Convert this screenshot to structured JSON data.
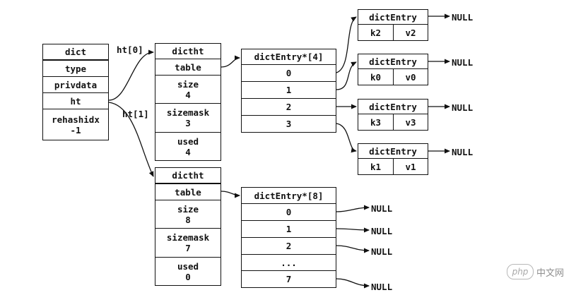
{
  "dict": {
    "fields": [
      "dict",
      "type",
      "privdata",
      "ht",
      "rehashidx\n-1"
    ]
  },
  "ht0": {
    "edge_label": "ht[0]",
    "fields": [
      "dictht",
      "table",
      "size\n4",
      "sizemask\n3",
      "used\n4"
    ]
  },
  "ht1": {
    "edge_label": "ht[1]",
    "fields": [
      "dictht",
      "table",
      "size\n8",
      "sizemask\n7",
      "used\n0"
    ]
  },
  "table4": {
    "header": "dictEntry*[4]",
    "slots": [
      "0",
      "1",
      "2",
      "3"
    ]
  },
  "table8": {
    "header": "dictEntry*[8]",
    "slots": [
      "0",
      "1",
      "2",
      "...",
      "7"
    ]
  },
  "entries": [
    {
      "title": "dictEntry",
      "key": "k2",
      "value": "v2"
    },
    {
      "title": "dictEntry",
      "key": "k0",
      "value": "v0"
    },
    {
      "title": "dictEntry",
      "key": "k3",
      "value": "v3"
    },
    {
      "title": "dictEntry",
      "key": "k1",
      "value": "v1"
    }
  ],
  "null_label": "NULL",
  "watermark": {
    "badge": "php",
    "text": "中文网"
  }
}
